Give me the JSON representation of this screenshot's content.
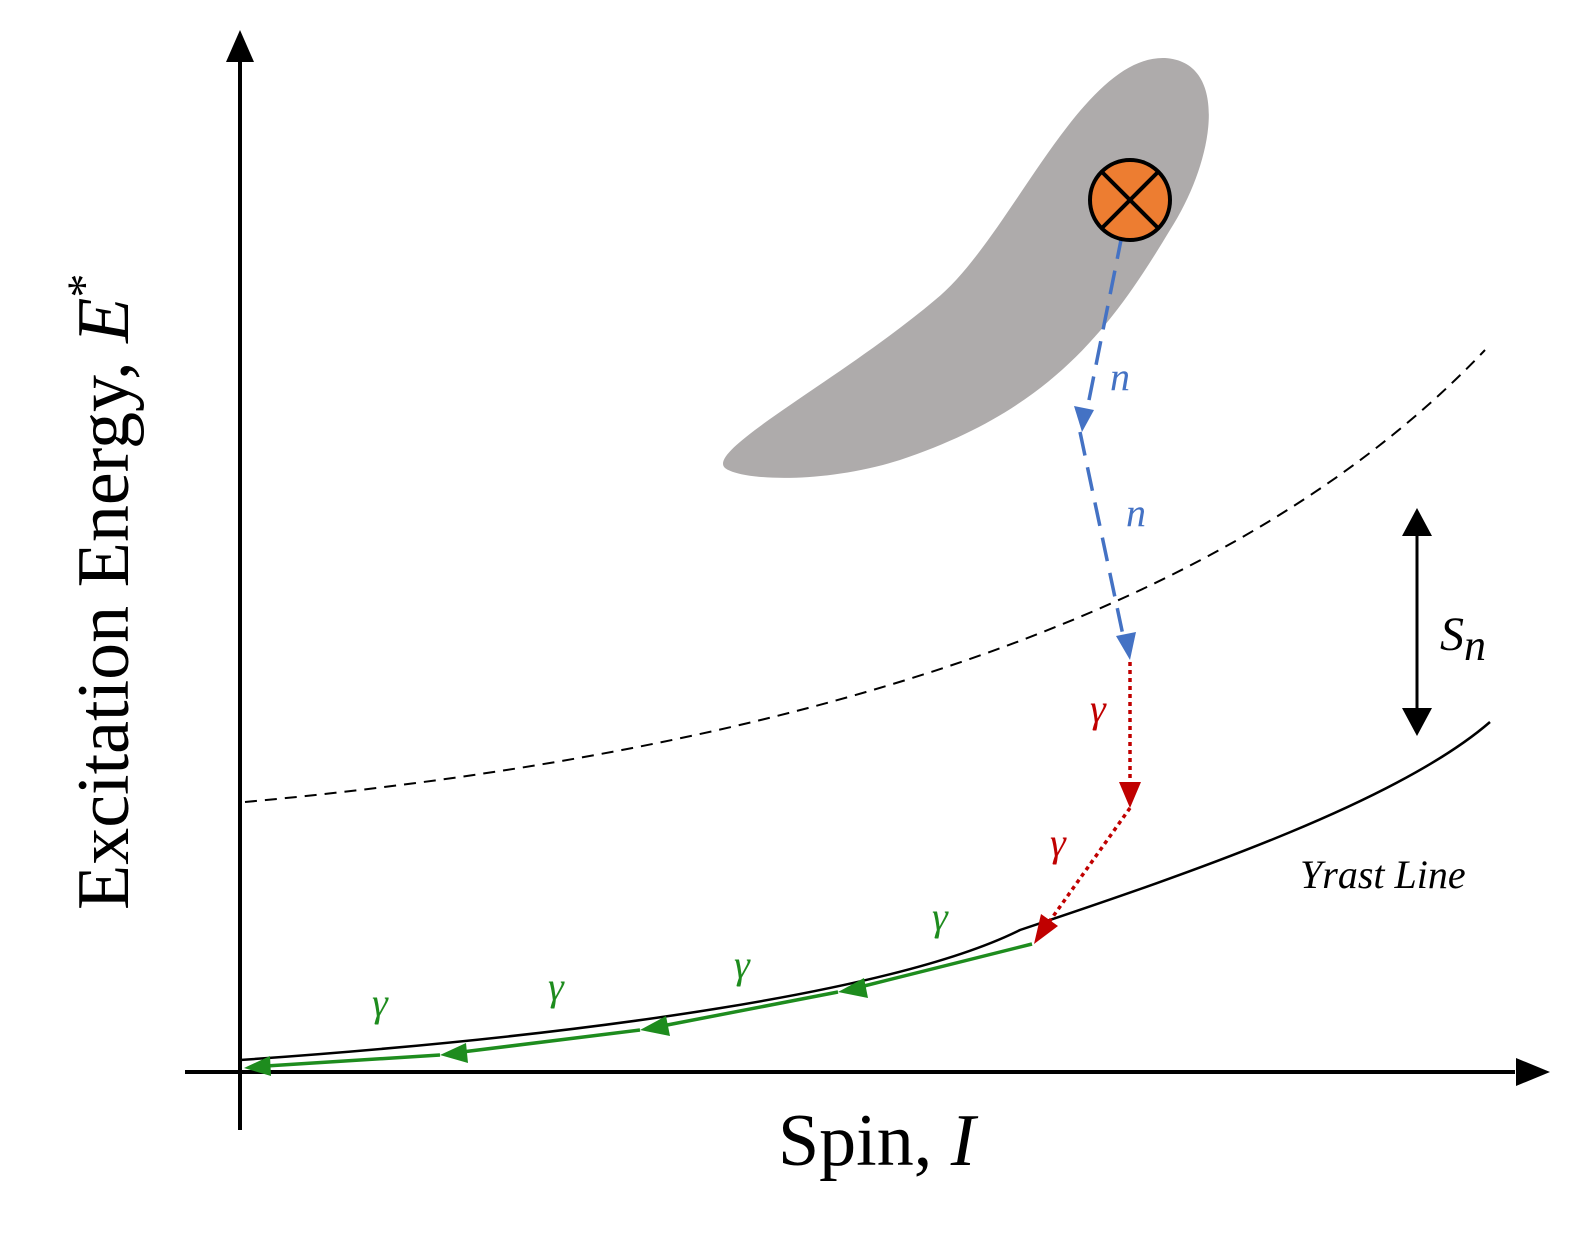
{
  "diagram": {
    "y_axis": {
      "label": "Excitation Energy, ",
      "variable": "E",
      "superscript": "*"
    },
    "x_axis": {
      "label": "Spin, ",
      "variable": "I"
    },
    "yrast_label": "Yrast Line",
    "sn_label": {
      "main": "S",
      "sub": "n"
    },
    "neutron_labels": [
      "n",
      "n"
    ],
    "gamma_red_labels": [
      "γ",
      "γ"
    ],
    "gamma_green_labels": [
      "γ",
      "γ",
      "γ",
      "γ"
    ],
    "colors": {
      "neutron": "#4472c4",
      "gamma_statistical": "#c00000",
      "gamma_yrast": "#1e8c1e",
      "compound_region": "#aeabab",
      "nucleus": "#ed7d31"
    }
  }
}
